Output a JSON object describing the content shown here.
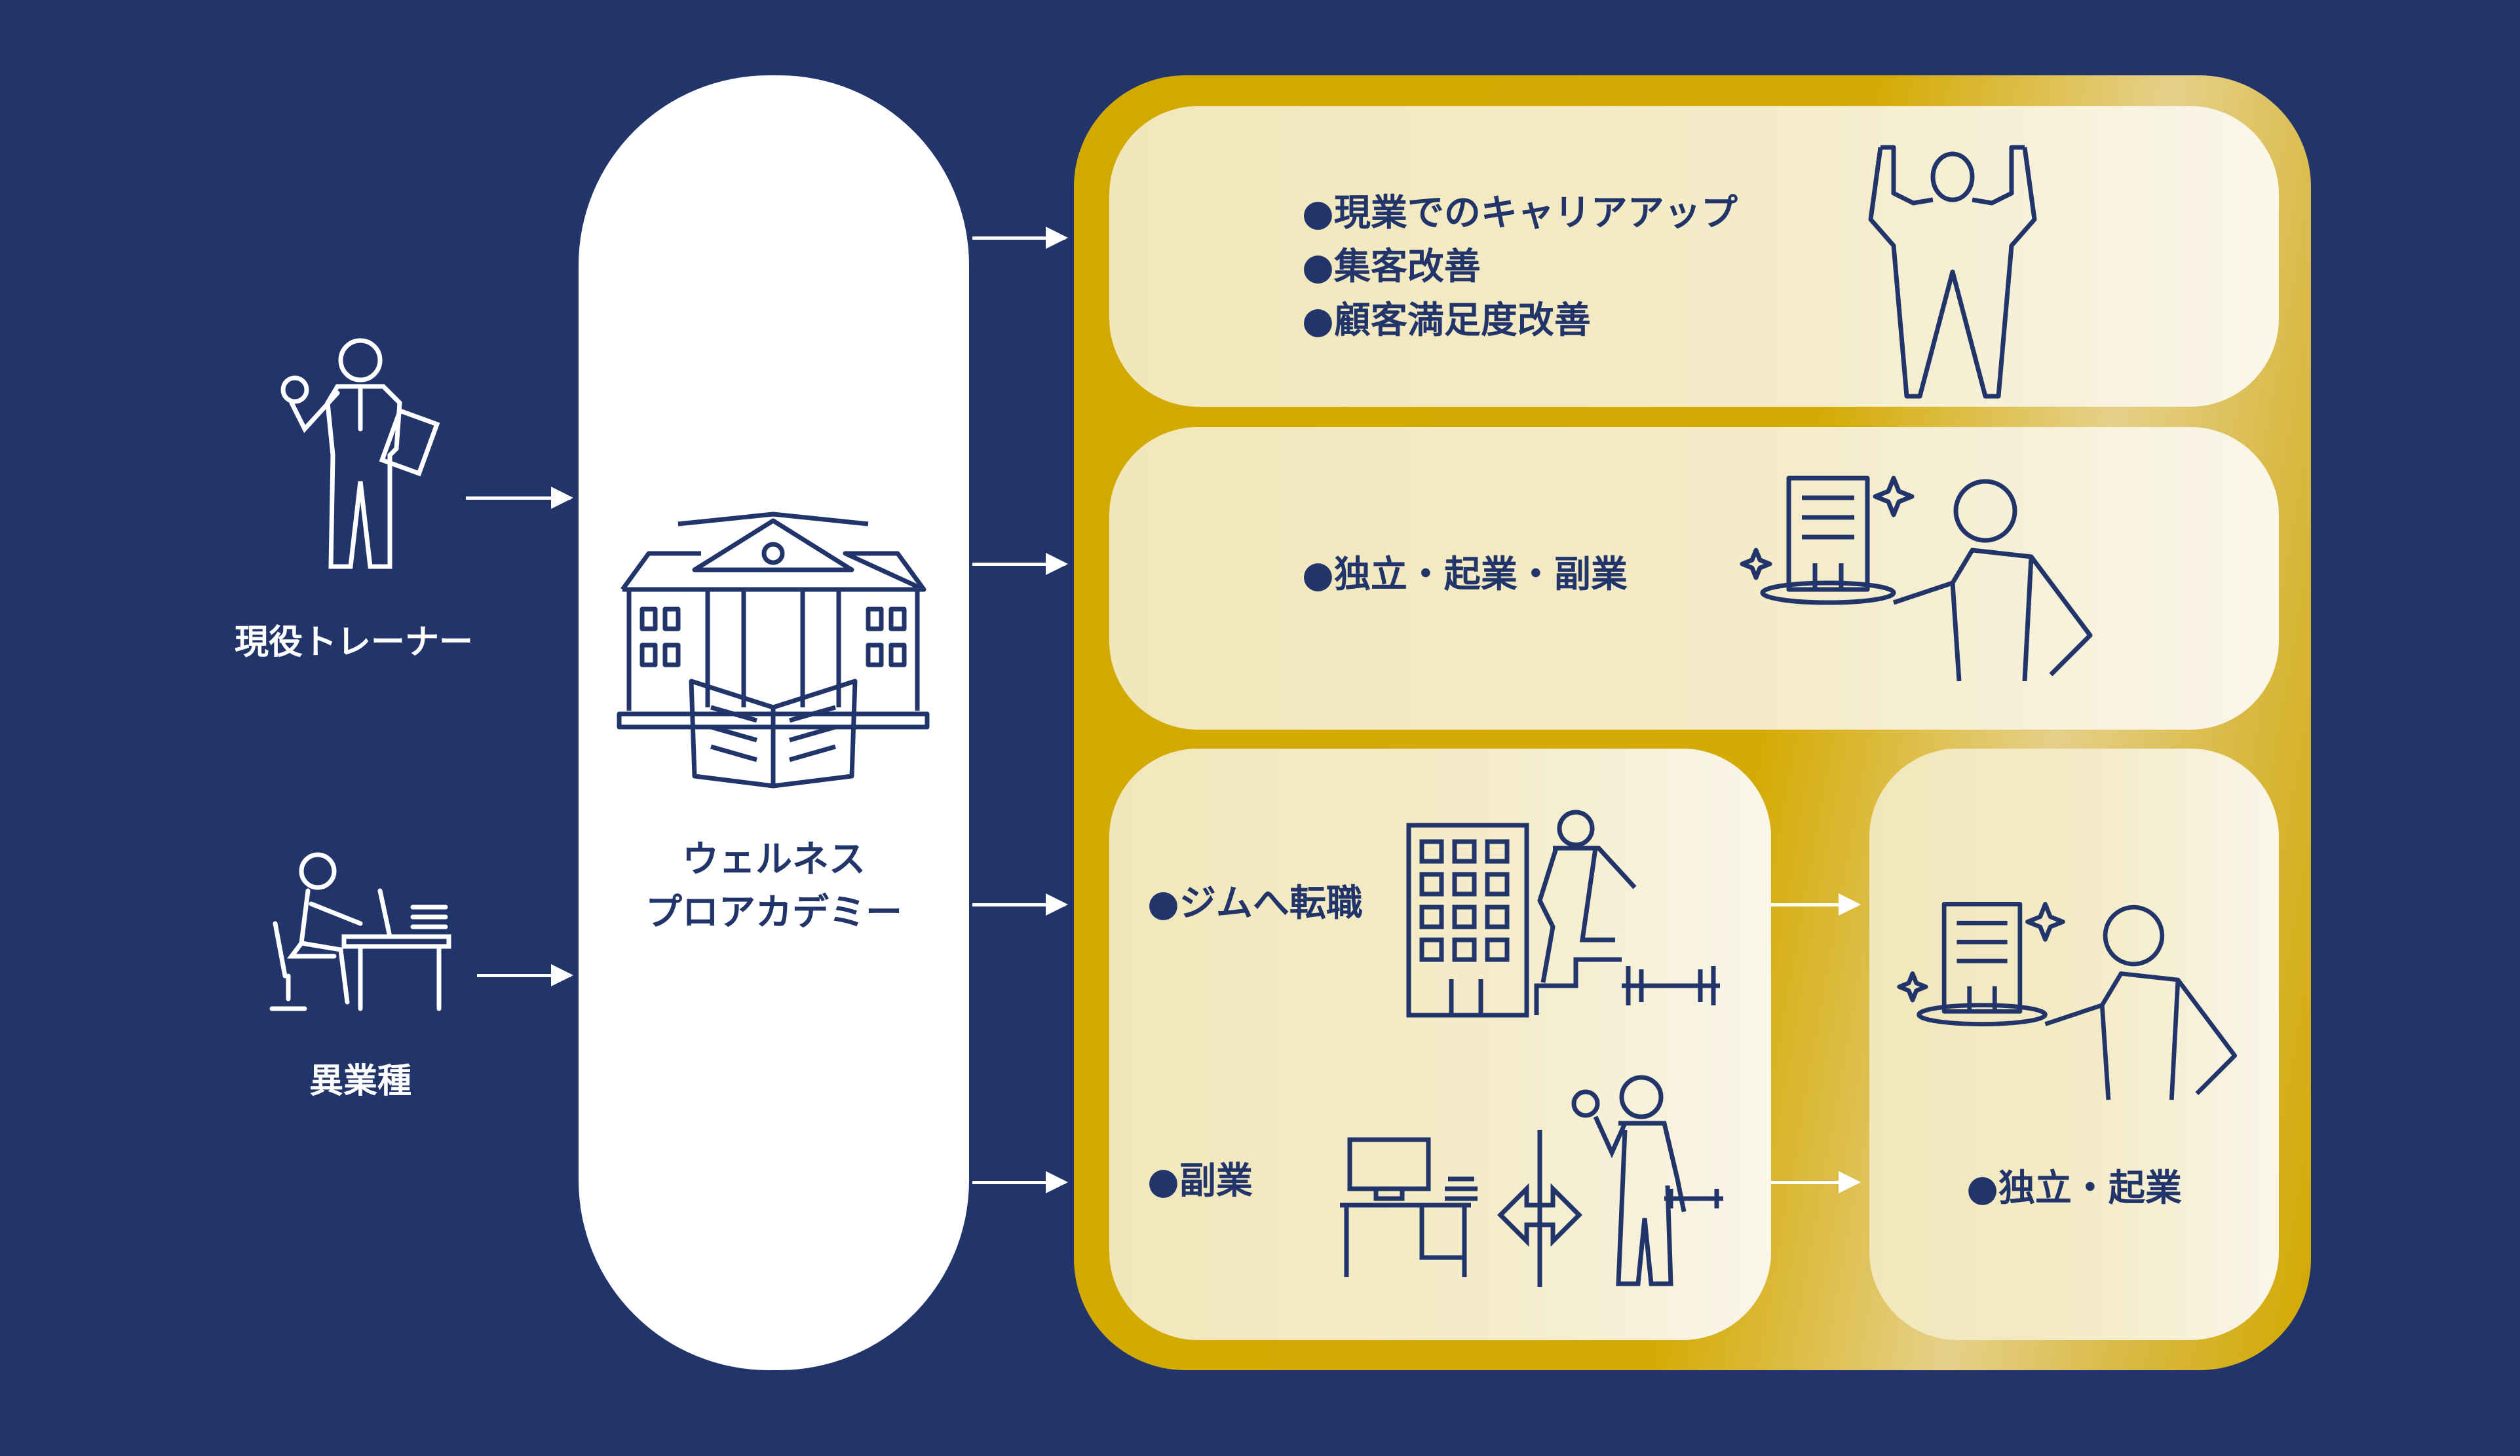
{
  "sources": {
    "trainer_label": "現役トレーナー",
    "other_industry_label": "異業種"
  },
  "academy": {
    "line1": "ウェルネス",
    "line2": "プロアカデミー"
  },
  "outcomes": {
    "trainer": [
      "●現業でのキャリアアップ",
      "●集客改善",
      "●顧客満足度改善"
    ],
    "independence": "●独立・起業・副業",
    "gym_job_change": "●ジムへ転職",
    "side_job": "●副業",
    "final": "●独立・起業"
  },
  "colors": {
    "background": "#22356b",
    "gold": "#d2a900",
    "panel": "#f3e9c0"
  }
}
